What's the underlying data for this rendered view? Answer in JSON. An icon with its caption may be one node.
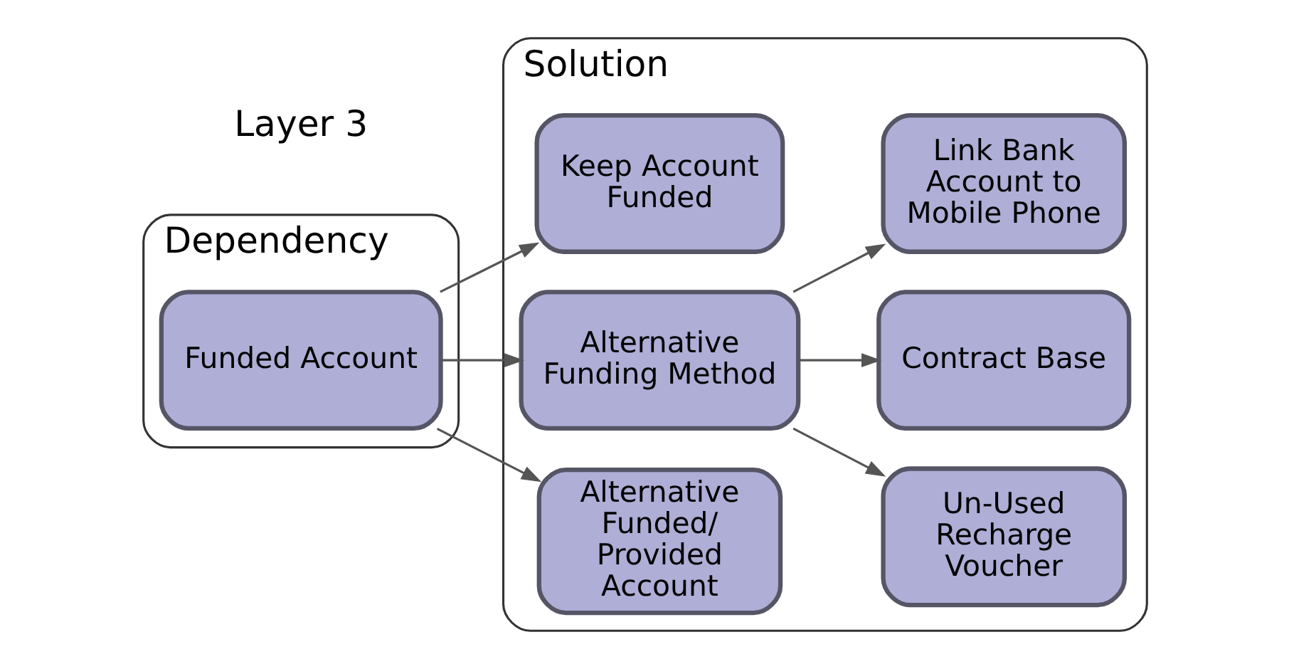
{
  "diagram": {
    "nodes": [
      {
        "text": [
          "Dependency"
        ]
      },
      {
        "text": [
          "Funded Account"
        ],
        "in": 0
      },
      {
        "text": [
          "Solution"
        ]
      },
      {
        "text": [
          "Keep Account Funded"
        ],
        "in": 2
      },
      {
        "text": [
          "Alternative Funding Method"
        ],
        "in": 2
      },
      {
        "text": [
          "Alternative Funded/ Provided Account"
        ],
        "in": 2
      },
      {
        "text": [
          "Un-Used Recharge Voucher"
        ],
        "in": 2
      },
      {
        "text": [
          "Contract Base"
        ],
        "in": 2
      },
      {
        "text": [
          "Link Bank Account to Mobile Phone"
        ],
        "in": 2
      }
    ],
    "edges": [
      {
        "from": 1,
        "to": 3,
        "arrow": "to"
      },
      {
        "from": 1,
        "to": 4,
        "arrow": "to"
      },
      {
        "from": 1,
        "to": 5,
        "arrow": "to"
      },
      {
        "from": 4,
        "to": 6,
        "arrow": "to"
      },
      {
        "from": 4,
        "to": 7,
        "arrow": "to"
      },
      {
        "from": 4,
        "to": 8,
        "arrow": "to"
      }
    ],
    "labels": [
      "Layer 3"
    ]
  }
}
